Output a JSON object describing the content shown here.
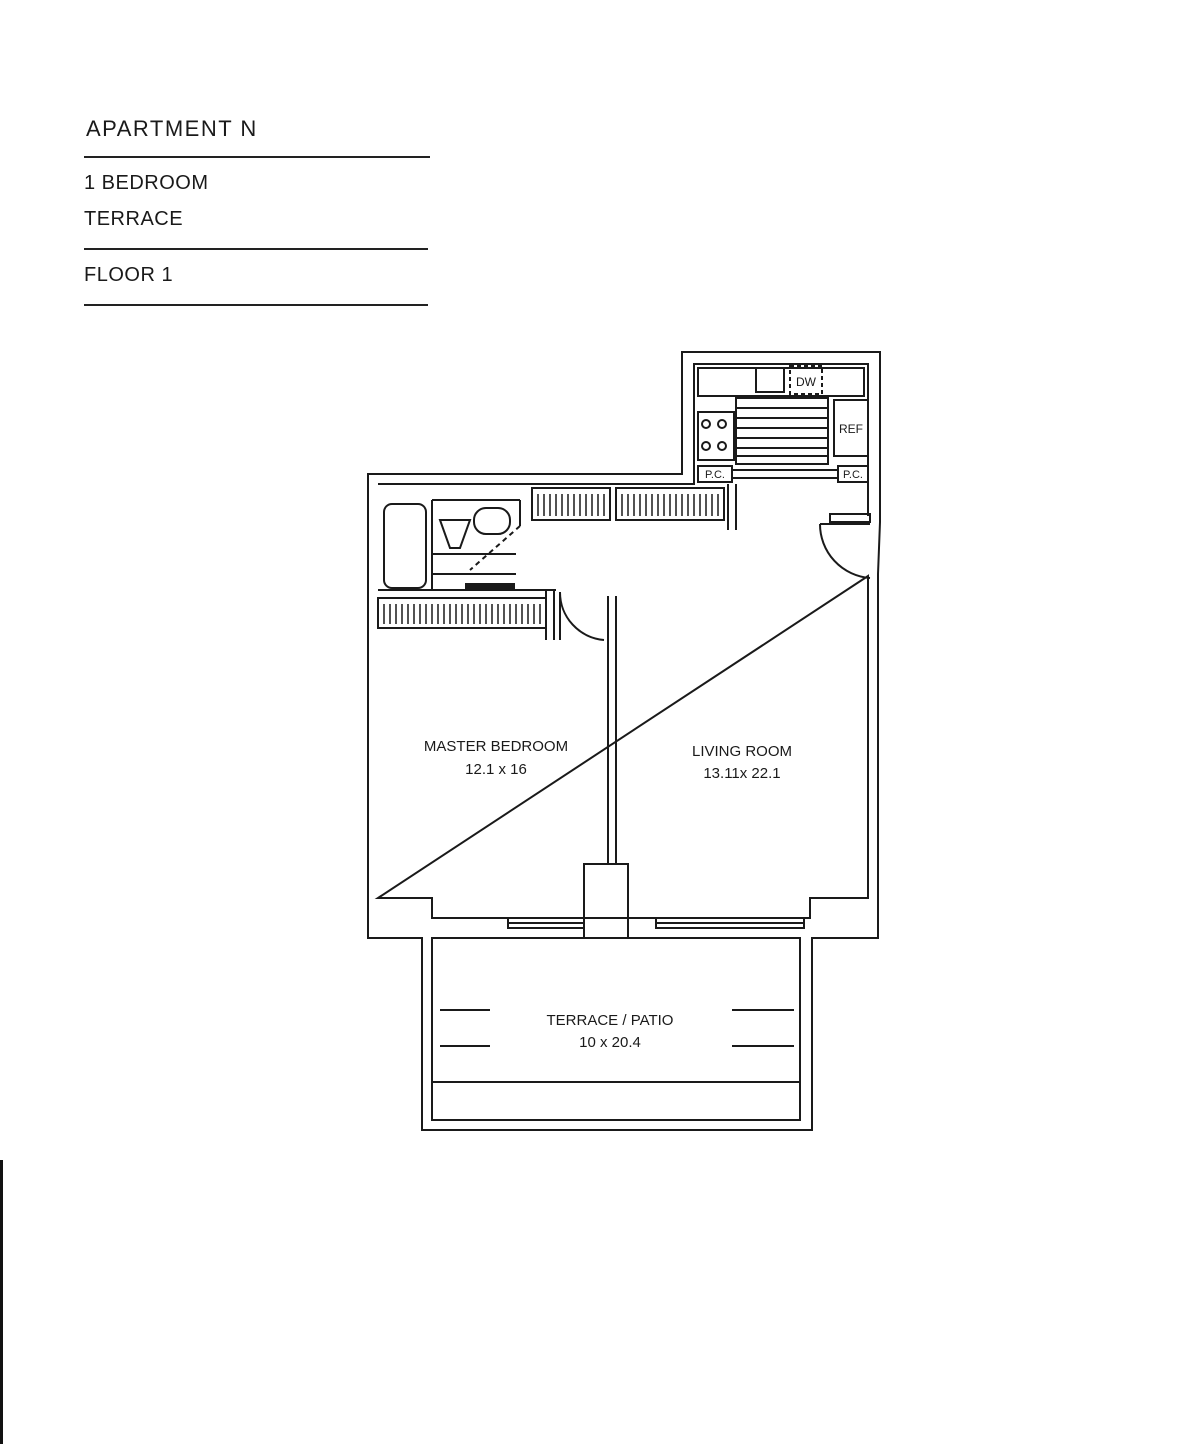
{
  "header": {
    "title": "APARTMENT N",
    "bedrooms": "1 BEDROOM",
    "feature": "TERRACE",
    "floor": "FLOOR 1"
  },
  "rooms": {
    "master_bedroom": {
      "name": "MASTER BEDROOM",
      "size": "12.1 x 16"
    },
    "living_room": {
      "name": "LIVING ROOM",
      "size": "13.11x 22.1"
    },
    "terrace": {
      "name": "TERRACE / PATIO",
      "size": "10 x 20.4"
    }
  },
  "kitchen": {
    "dishwasher": "DW",
    "refrigerator": "REF",
    "pantry_left": "P.C.",
    "pantry_right": "P.C."
  },
  "colors": {
    "line": "#1a1a1a",
    "background": "#ffffff"
  }
}
